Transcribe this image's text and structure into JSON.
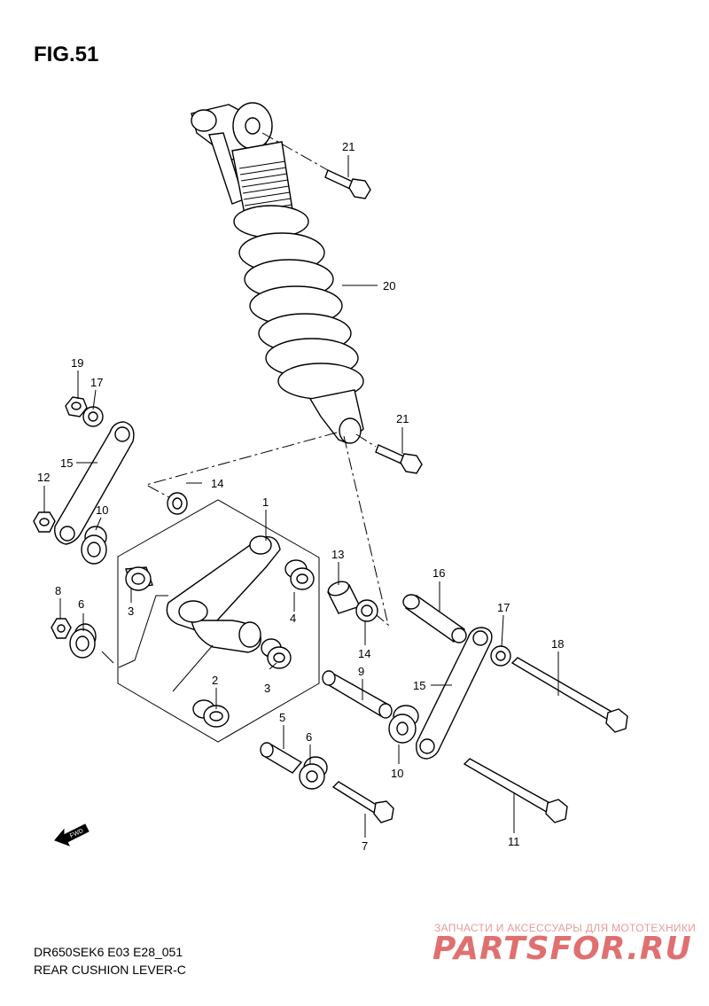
{
  "figure_title": "FIG.51",
  "footer": {
    "model_code": "DR650SEK6 E03 E28_051",
    "title": "REAR CUSHION LEVER-C"
  },
  "watermark": {
    "tagline": "ЗАПЧАСТИ И АКСЕССУАРЫ ДЛЯ МОТОТЕХНИКИ",
    "logo": "PARTSFOR.RU",
    "color": "#e07070"
  },
  "fwd_label": "FWD",
  "callouts": {
    "n1": "1",
    "n2": "2",
    "n3a": "3",
    "n3b": "3",
    "n4": "4",
    "n5": "5",
    "n6a": "6",
    "n6b": "6",
    "n7": "7",
    "n8": "8",
    "n9": "9",
    "n10a": "10",
    "n10b": "10",
    "n11": "11",
    "n12": "12",
    "n13": "13",
    "n14a": "14",
    "n14b": "14",
    "n15a": "15",
    "n15b": "15",
    "n16": "16",
    "n17a": "17",
    "n17b": "17",
    "n18": "18",
    "n19": "19",
    "n20": "20",
    "n21a": "21",
    "n21b": "21"
  }
}
